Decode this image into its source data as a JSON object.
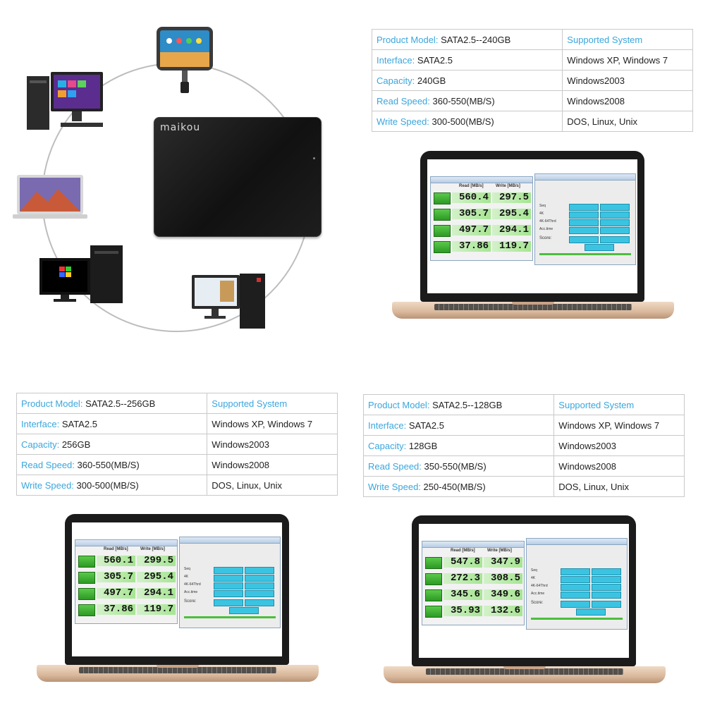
{
  "brand": "maikou",
  "tables": [
    {
      "id": "240",
      "rows": [
        {
          "key": "Product Model:",
          "value": "SATA2.5--240GB",
          "sys": "Supported System"
        },
        {
          "key": "Interface:",
          "value": "SATA2.5",
          "sys": "Windows XP, Windows 7"
        },
        {
          "key": "Capacity:",
          "value": "240GB",
          "sys": "Windows2003"
        },
        {
          "key": "Read Speed:",
          "value": "360-550(MB/S)",
          "sys": "Windows2008"
        },
        {
          "key": "Write Speed:",
          "value": "300-500(MB/S)",
          "sys": "DOS, Linux, Unix"
        }
      ]
    },
    {
      "id": "256",
      "rows": [
        {
          "key": "Product Model:",
          "value": "SATA2.5--256GB",
          "sys": "Supported System"
        },
        {
          "key": "Interface:",
          "value": "SATA2.5",
          "sys": "Windows XP, Windows 7"
        },
        {
          "key": "Capacity:",
          "value": "256GB",
          "sys": "Windows2003"
        },
        {
          "key": "Read Speed:",
          "value": "360-550(MB/S)",
          "sys": "Windows2008"
        },
        {
          "key": "Write Speed:",
          "value": "300-500(MB/S)",
          "sys": "DOS, Linux, Unix"
        }
      ]
    },
    {
      "id": "128",
      "rows": [
        {
          "key": "Product Model:",
          "value": "SATA2.5--128GB",
          "sys": "Supported System"
        },
        {
          "key": "Interface:",
          "value": "SATA2.5",
          "sys": "Windows XP, Windows 7"
        },
        {
          "key": "Capacity:",
          "value": "128GB",
          "sys": "Windows2003"
        },
        {
          "key": "Read Speed:",
          "value": "350-550(MB/S)",
          "sys": "Windows2008"
        },
        {
          "key": "Write Speed:",
          "value": "250-450(MB/S)",
          "sys": "DOS, Linux, Unix"
        }
      ]
    }
  ],
  "benchmarks": [
    {
      "read": [
        "560.4",
        "305.7",
        "497.7",
        "37.86"
      ],
      "write": [
        "297.5",
        "295.4",
        "294.1",
        "119.7"
      ]
    },
    {
      "read": [
        "560.1",
        "305.7",
        "497.7",
        "37.86"
      ],
      "write": [
        "299.5",
        "295.4",
        "294.1",
        "119.7"
      ]
    },
    {
      "read": [
        "547.8",
        "272.3",
        "345.6",
        "35.93"
      ],
      "write": [
        "347.9",
        "308.5",
        "349.6",
        "132.6"
      ]
    }
  ],
  "cdm_header": {
    "read": "Read [MB/s]",
    "write": "Write [MB/s]"
  },
  "asb_labels": {
    "seq": "Seq",
    "k4": "4K",
    "k64": "4K-64Thrd",
    "acc": "Acc.time",
    "score": "Score:"
  },
  "colors": {
    "label_blue": "#3aa6dd",
    "green": "#4cbf3e",
    "cyan": "#3bc4e2"
  },
  "icons": [
    "smartphone-icon",
    "desktop-pc-icon",
    "macbook-icon",
    "winxp-pc-icon",
    "office-pc-icon",
    "hdd-enclosure-icon"
  ]
}
